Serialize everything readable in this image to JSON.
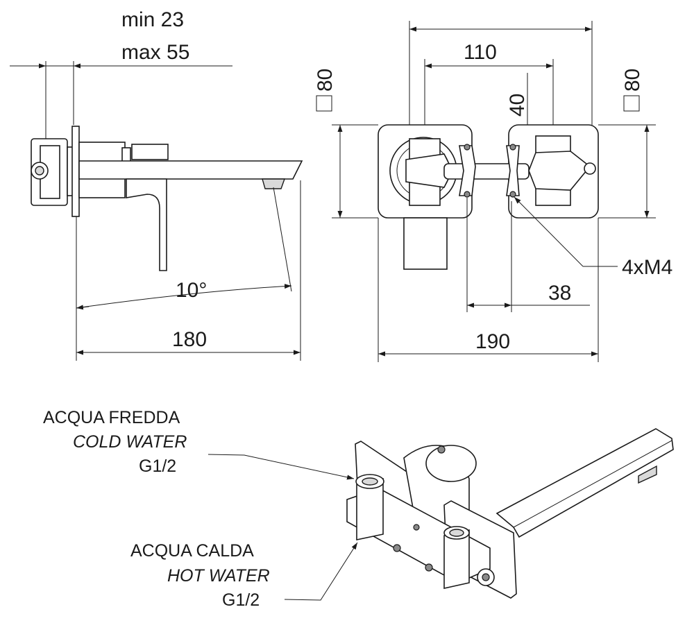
{
  "side_view": {
    "wall_min": "min 23",
    "wall_max": "max 55",
    "angle": "10°",
    "length": "180"
  },
  "front_view": {
    "plate_left": "80",
    "plate_right": "80",
    "width_total": "110",
    "vertical_40": "40",
    "screws": "4xM4",
    "offset_38": "38",
    "overall": "190"
  },
  "iso_view": {
    "cold_it": "ACQUA FREDDA",
    "cold_en": "COLD WATER",
    "cold_thread": "G1/2",
    "hot_it": "ACQUA CALDA",
    "hot_en": "HOT WATER",
    "hot_thread": "G1/2"
  }
}
